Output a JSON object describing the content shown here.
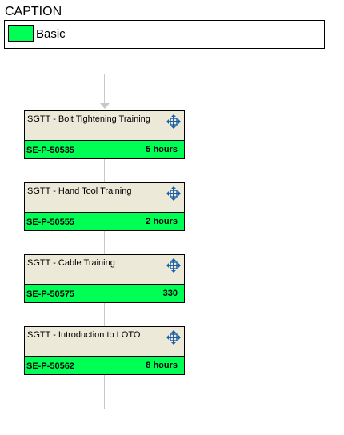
{
  "caption": {
    "title": "CAPTION",
    "legend": [
      {
        "label": "Basic",
        "color": "#00ff55"
      }
    ]
  },
  "colors": {
    "card_header_bg": "#ece9d8",
    "card_footer_bg": "#00ff55",
    "connector": "#c8c8c8",
    "icon": "#1f5fa8"
  },
  "courses": [
    {
      "title": "SGTT - Bolt Tightening Training",
      "code": "SE-P-50535",
      "duration": "5 hours",
      "icon": "move-crosshair-icon"
    },
    {
      "title": "SGTT - Hand Tool Training",
      "code": "SE-P-50555",
      "duration": "2 hours",
      "icon": "move-crosshair-icon"
    },
    {
      "title": "SGTT - Cable Training",
      "code": "SE-P-50575",
      "duration": "330",
      "icon": "move-crosshair-icon"
    },
    {
      "title": "SGTT - Introduction to LOTO",
      "code": "SE-P-50562",
      "duration": "8 hours",
      "icon": "move-crosshair-icon"
    }
  ]
}
